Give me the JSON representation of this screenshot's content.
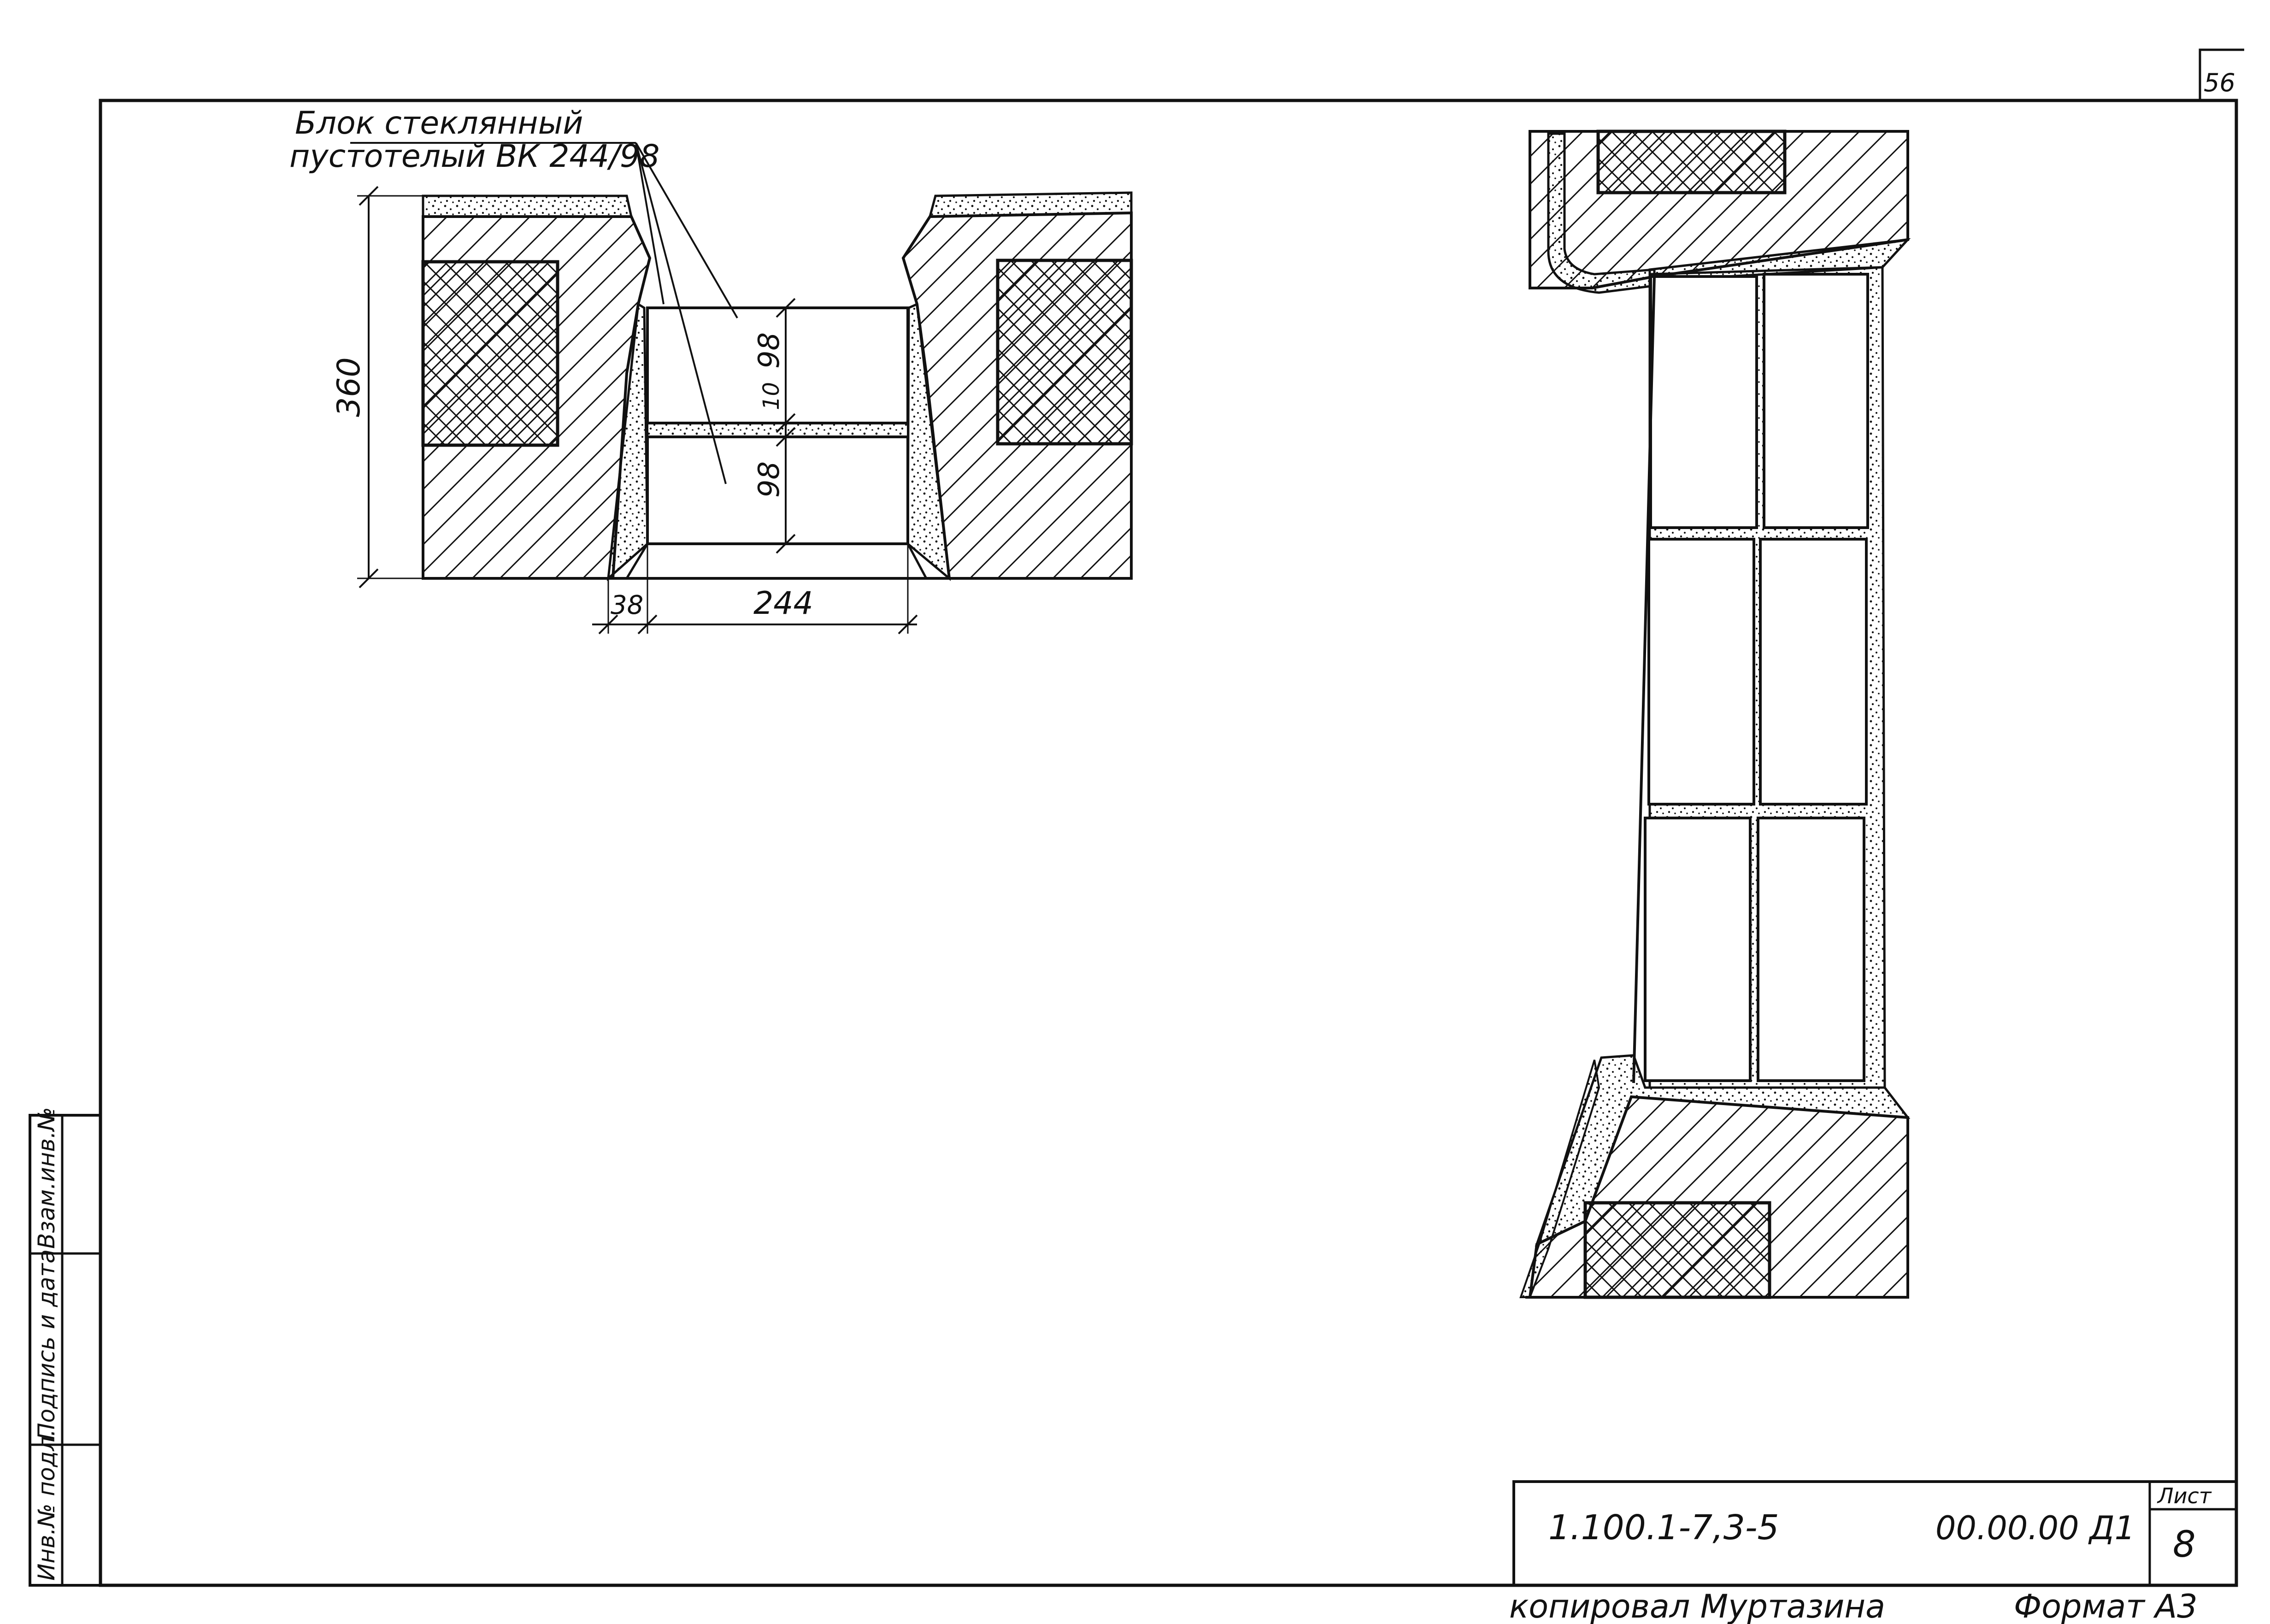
{
  "page_number": "56",
  "callout": {
    "line1": "Блок стеклянный",
    "line2": "пустотелый ВК 244/98"
  },
  "dimensions": {
    "height": "360",
    "block_1": "98",
    "joint": "10",
    "block_2": "98",
    "joint_width": "38",
    "block_width": "244"
  },
  "side_stamp": {
    "inv_no_orig": "Инв.№ подл.",
    "signature_date": "Подпись и дата",
    "replaces_inv": "Взам.инв.№"
  },
  "title_block": {
    "doc_code": "1.100.1-7,3-5",
    "drawing_no": "00.00.00 Д1",
    "sheet_label": "Лист",
    "sheet_no": "8"
  },
  "footer": {
    "copied_by": "копировал Муртазина",
    "format": "Формат А3"
  },
  "colors": {
    "ink": "#111111",
    "paper": "#ffffff"
  }
}
